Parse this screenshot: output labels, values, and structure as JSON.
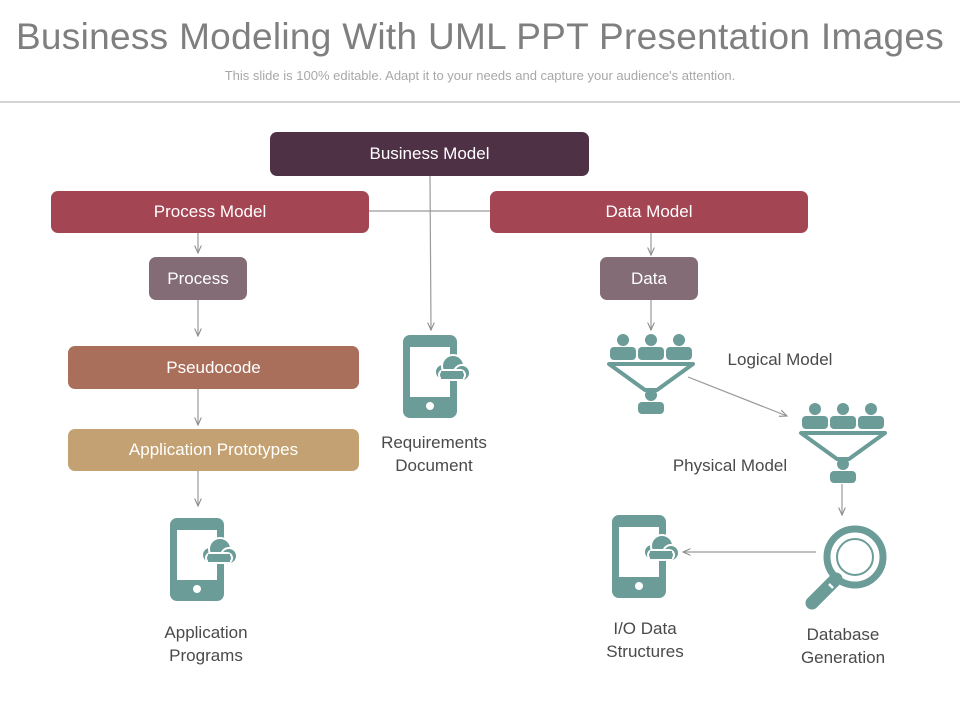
{
  "header": {
    "title": "Business Modeling With UML PPT Presentation Images",
    "subtitle": "This slide is 100% editable. Adapt it to your needs and capture your audience's attention."
  },
  "boxes": {
    "business_model": "Business Model",
    "process_model": "Process Model",
    "data_model": "Data Model",
    "process": "Process",
    "data": "Data",
    "pseudocode": "Pseudocode",
    "application_prototypes": "Application Prototypes"
  },
  "labels": {
    "requirements_document": "Requirements Document",
    "logical_model": "Logical Model",
    "physical_model": "Physical Model",
    "application_programs": "Application Programs",
    "io_data_structures": "I/O Data Structures",
    "database_generation": "Database Generation"
  },
  "colors": {
    "business_model": "#4f3146",
    "model_red": "#a34552",
    "mauve": "#836c76",
    "pseudocode": "#aa6f5b",
    "prototypes": "#c4a172",
    "icon_teal": "#6b9c98",
    "connector": "#999999"
  },
  "icons": {
    "phone_cloud": "mobile-phone-with-cloud-icon",
    "people_funnel": "people-funnel-icon",
    "magnifier": "magnifying-glass-icon"
  }
}
